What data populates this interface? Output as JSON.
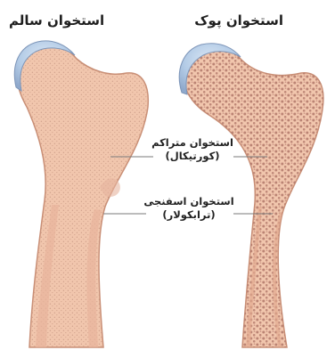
{
  "titles": {
    "healthy": "استخوان سالم",
    "osteoporotic": "استخوان پوک"
  },
  "callouts": {
    "cortical_line1": "استخوان متراکم",
    "cortical_line2": "(کورتیکال)",
    "trabecular_line1": "استخوان اسفنجی",
    "trabecular_line2": "(ترابکولار)"
  },
  "colors": {
    "bone_fill": "#f1c6ad",
    "bone_edge": "#c98f76",
    "cartilage": "#aec7e4",
    "pores": "#b9806a",
    "leader_line": "#7a7a7a"
  }
}
